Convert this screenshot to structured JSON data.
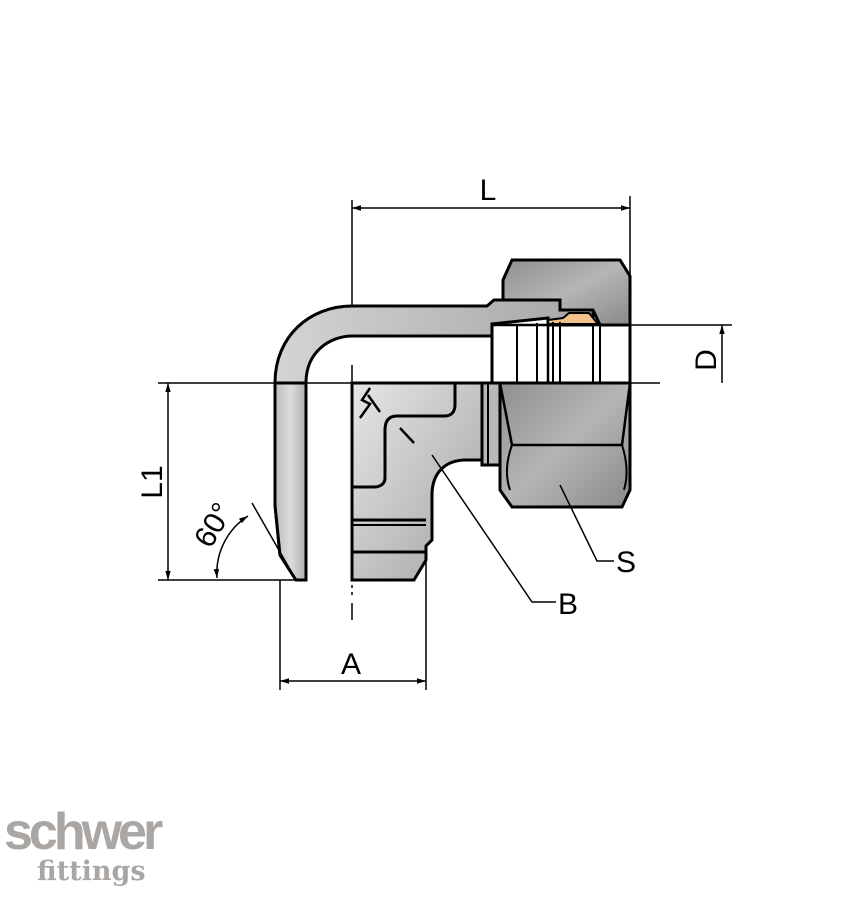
{
  "drawing": {
    "subject": "90° elbow fitting with swivel nut (technical drawing)",
    "dimensions": {
      "length": "L",
      "height": "L1",
      "thread_width": "A",
      "bore": "D",
      "body_label": "B",
      "nut_label": "S",
      "angle": "60°"
    },
    "colors": {
      "metal_light": "#e2e2e2",
      "metal_dark": "#9c9c9c",
      "seal_ring": "#f2c08a",
      "line": "#000000"
    }
  },
  "logo": {
    "brand": "schwer",
    "sub": "fittings",
    "color": "#a9a6a3"
  }
}
